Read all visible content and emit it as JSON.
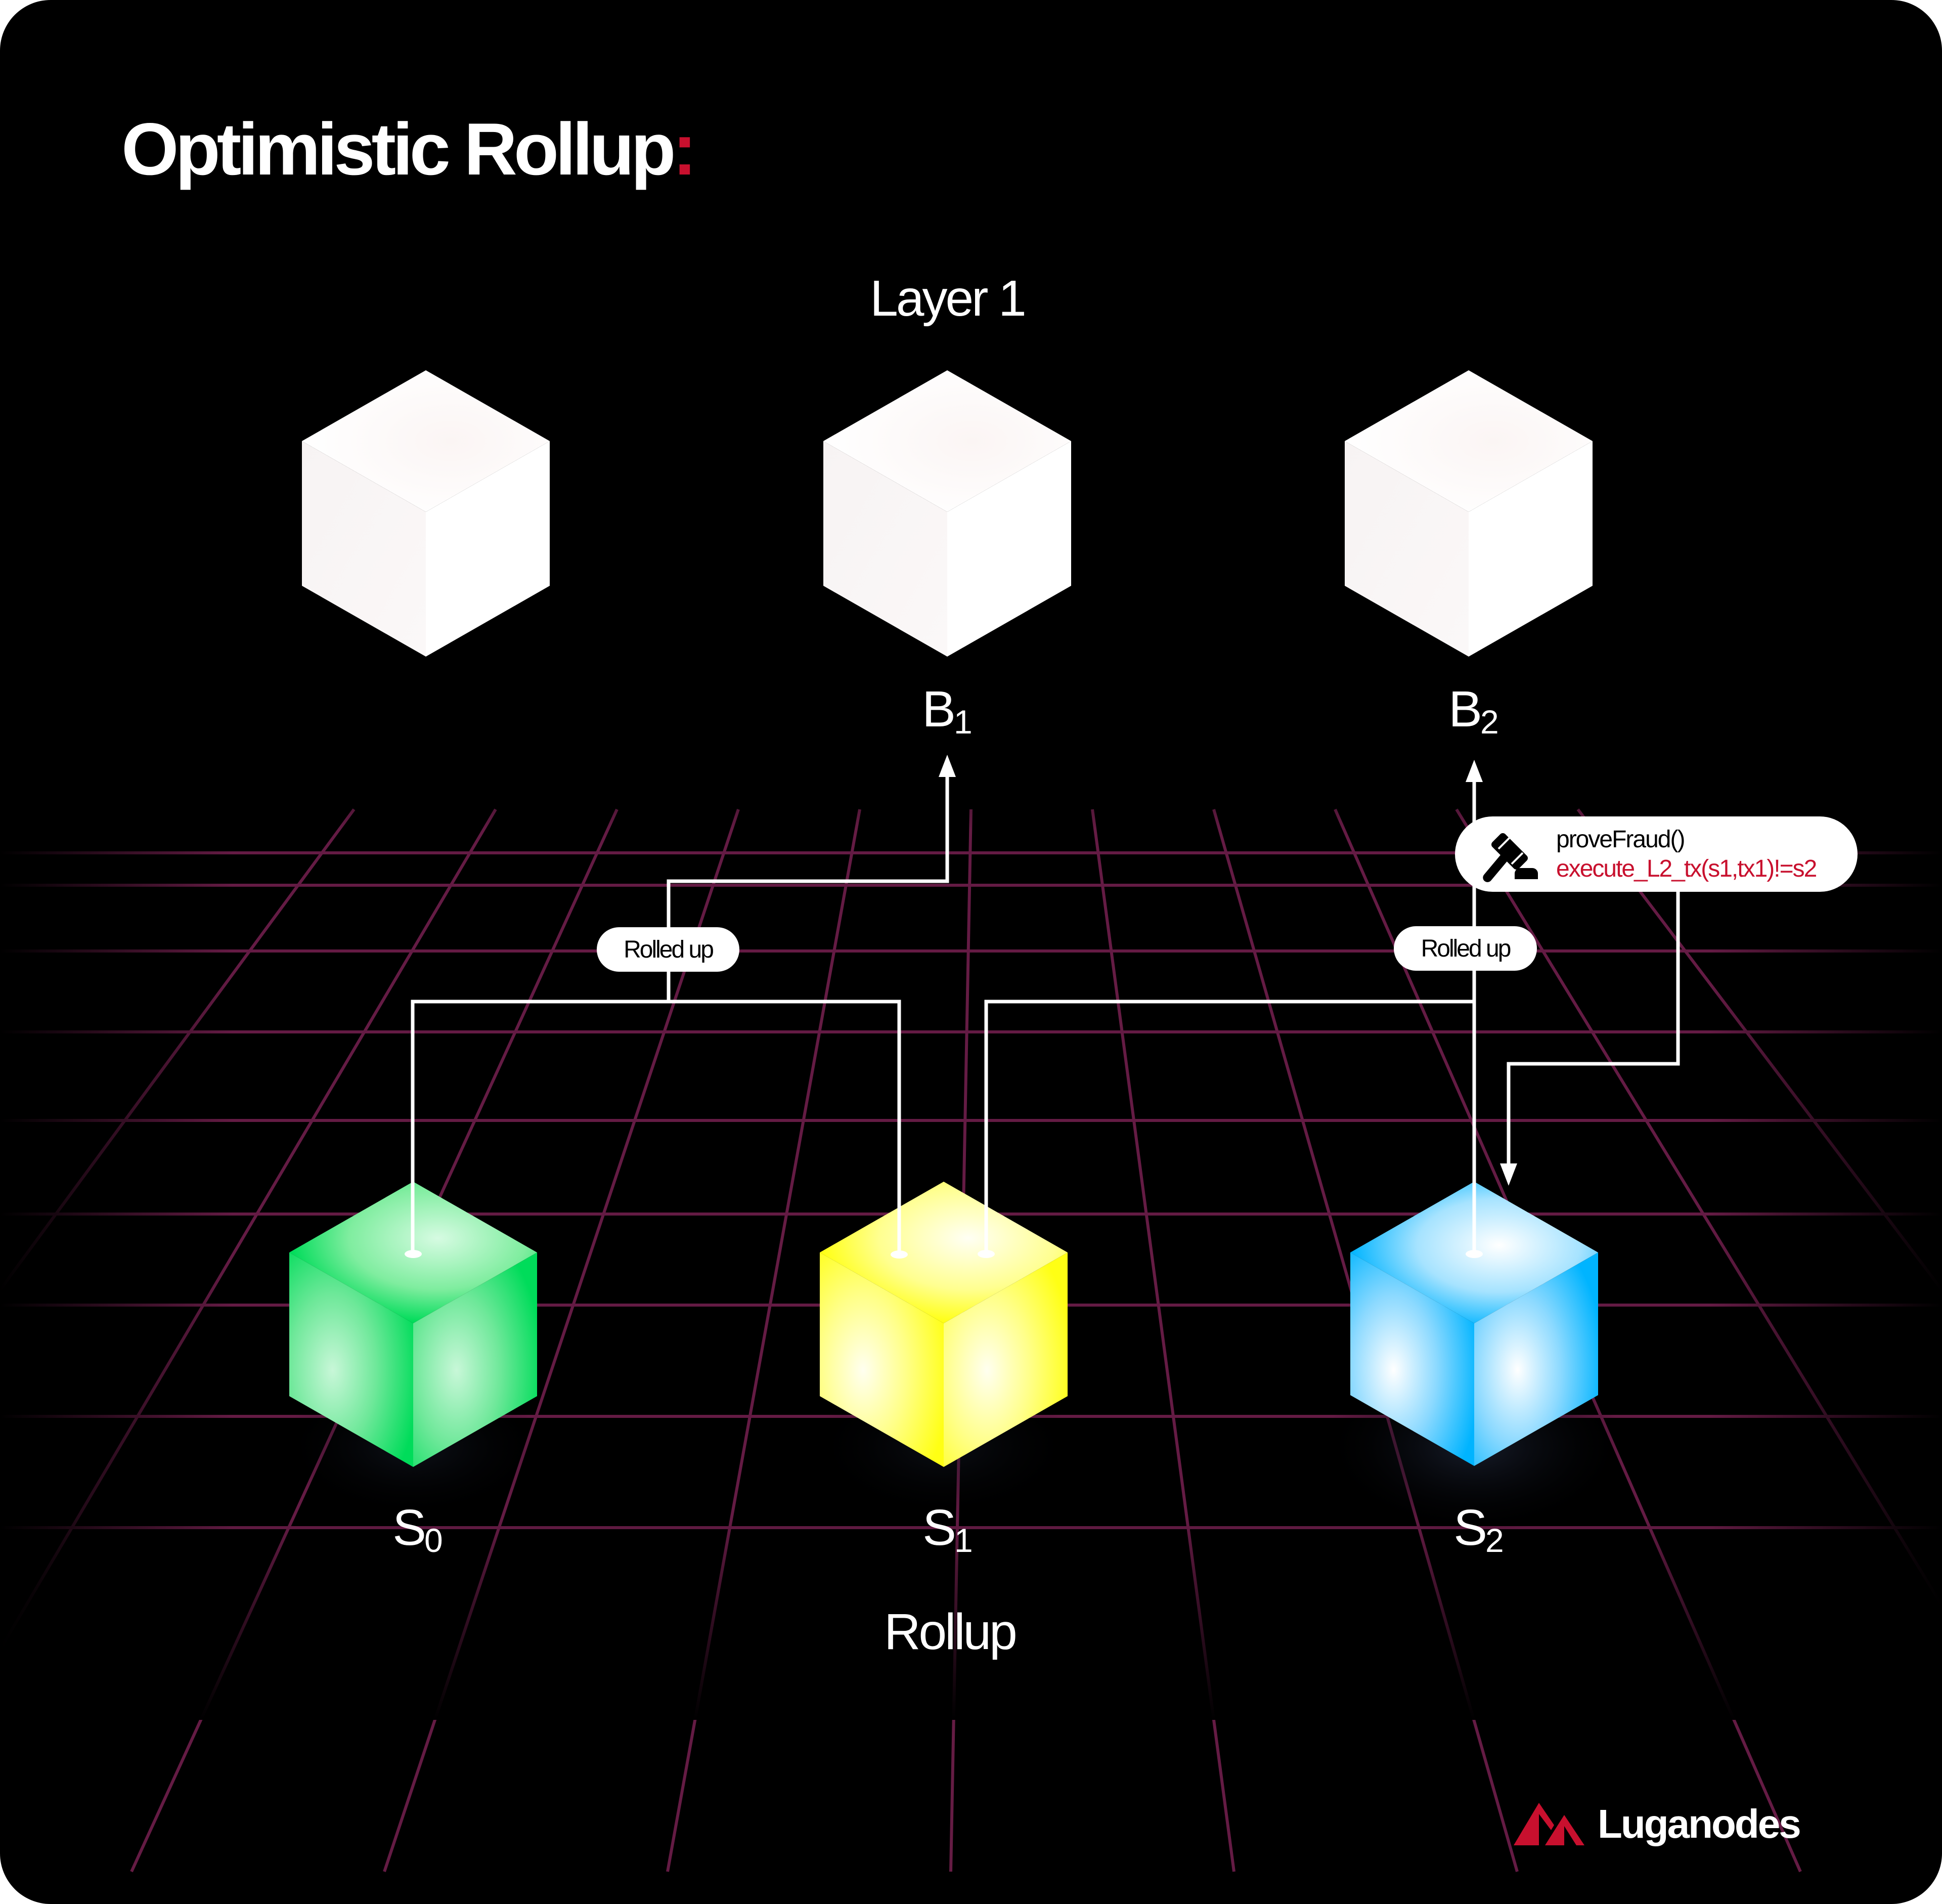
{
  "title": {
    "text": "Optimistic Rollup",
    "colon": ":"
  },
  "layer1": {
    "label": "Layer 1"
  },
  "rollup": {
    "label": "Rollup"
  },
  "l1_blocks": [
    {
      "name": "block-0",
      "label": "",
      "color": "#ffffff"
    },
    {
      "name": "block-1",
      "label": "B",
      "sub": "1",
      "color": "#ffffff"
    },
    {
      "name": "block-2",
      "label": "B",
      "sub": "2",
      "color": "#ffffff"
    }
  ],
  "l2_states": [
    {
      "name": "state-0",
      "label": "S",
      "sub": "0",
      "color": "#00dc5a"
    },
    {
      "name": "state-1",
      "label": "S",
      "sub": "1",
      "color": "#ffff14"
    },
    {
      "name": "state-2",
      "label": "S",
      "sub": "2",
      "color": "#00b4ff"
    }
  ],
  "connectors": {
    "rolled_up_1": "Rolled up",
    "rolled_up_2": "Rolled up"
  },
  "fraud_proof": {
    "icon": "gavel-icon",
    "line1": "proveFraud()",
    "line2": "execute_L2_tx(s1,tx1)!=s2"
  },
  "brand": {
    "name": "Luganodes",
    "icon": "mountain-logo-icon"
  },
  "colors": {
    "background": "#000000",
    "accent_red": "#c8102e",
    "grid": "#6a1d48",
    "line": "#ffffff"
  }
}
